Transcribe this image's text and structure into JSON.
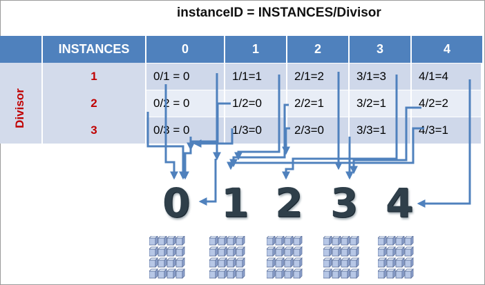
{
  "title": "instanceID = INSTANCES/Divisor",
  "header": {
    "instances_label": "INSTANCES",
    "columns": [
      "0",
      "1",
      "2",
      "3",
      "4"
    ]
  },
  "divisor_label": "Divisor",
  "rows": [
    {
      "divisor": "1",
      "cells": [
        "0/1 = 0",
        "1/1=1",
        "2/1=2",
        "3/1=3",
        "4/1=4"
      ]
    },
    {
      "divisor": "2",
      "cells": [
        "0/2 = 0",
        "1/2=0",
        "2/2=1",
        "3/2=1",
        "4/2=2"
      ]
    },
    {
      "divisor": "3",
      "cells": [
        "0/3 = 0",
        "1/3=0",
        "2/3=0",
        "3/3=1",
        "4/3=1"
      ]
    }
  ],
  "instance_ids": [
    "0",
    "1",
    "2",
    "3",
    "4"
  ],
  "colors": {
    "header": "#4f81bd",
    "row_dark": "#cfd8ea",
    "row_light": "#e8edf6",
    "divisor_text": "#c00000",
    "arrow": "#4f81bd"
  },
  "icons": {
    "instance_group": "cube-cluster-icon"
  }
}
